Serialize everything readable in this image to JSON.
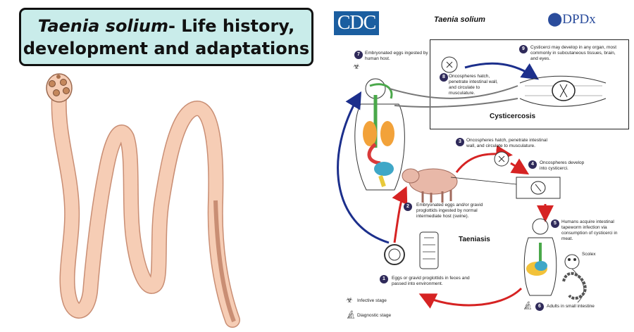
{
  "header": {
    "title_species": "Taenia solium",
    "title_rest_line1": "- Life history,",
    "title_line2": "development and adaptations"
  },
  "cdc": {
    "logo_text": "CDC",
    "dpdx_text": "DPDx",
    "species": "Taenia solium",
    "cysticercosis": "Cysticercosis",
    "taeniasis": "Taeniasis",
    "steps": [
      {
        "n": "1",
        "text": "Eggs or gravid proglottids in feces and passed into environment."
      },
      {
        "n": "2",
        "text": "Embryonated eggs and/or gravid proglottids ingested by normal intermediate host (swine)."
      },
      {
        "n": "3",
        "text": "Oncospheres hatch, penetrate intestinal wall, and circulate to musculature."
      },
      {
        "n": "4",
        "text": "Oncospheres develop into cysticerci."
      },
      {
        "n": "5",
        "text": "Humans acquire intestinal tapeworm infection via consumption of cysticerci in meat."
      },
      {
        "n": "6",
        "text": "Adults in small intestine"
      },
      {
        "n": "7",
        "text": "Embryonated eggs ingested by human host."
      },
      {
        "n": "8",
        "text": "Oncospheres hatch, penetrate intestinal wall, and circulate to musculature."
      },
      {
        "n": "9",
        "text": "Cysticerci may develop in any organ, most commonly in subcutaneous tissues, brain, and eyes."
      }
    ],
    "scolex": "Scolex",
    "legend_infective": "Infective stage",
    "legend_diagnostic": "Diagnostic stage"
  },
  "colors": {
    "title_bg": "#c9ecea",
    "worm_fill": "#f6cdb5",
    "worm_stroke": "#c98e74",
    "arrow_red": "#d62323",
    "arrow_blue": "#1c2f8c",
    "cdc_blue": "#1b5ea0"
  },
  "icons": [
    "tapeworm-illustration",
    "human-body",
    "pig",
    "egg",
    "cyst",
    "biohazard-icon",
    "microscope-icon"
  ]
}
